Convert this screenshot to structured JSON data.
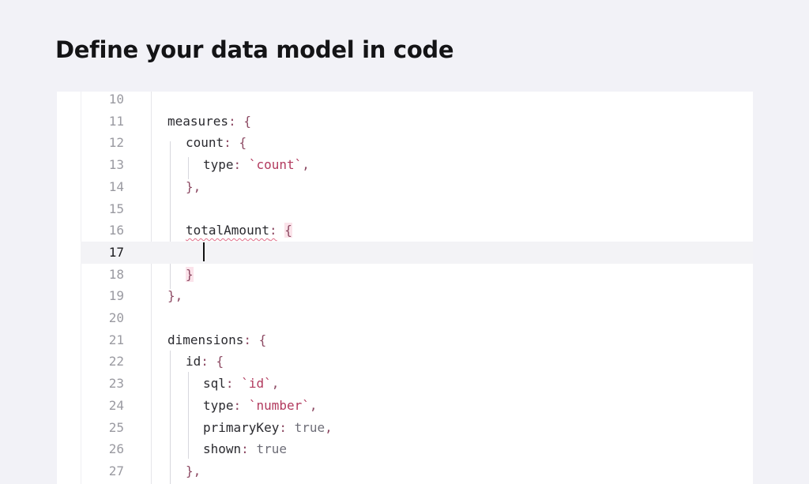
{
  "page": {
    "title": "Define your data model in code"
  },
  "editor": {
    "active_line": 17,
    "colors": {
      "background": "#ffffff",
      "page_background": "#f2f2f7",
      "punctuation": "#8d4a63",
      "string": "#b23a5e",
      "keyword": "#6e6e78",
      "line_number": "#9a9aa1",
      "active_line_bg": "#f3f3f6"
    },
    "lines": [
      {
        "num": "10",
        "text": ""
      },
      {
        "num": "11",
        "key": "measures",
        "sep": ":",
        "rest": " {"
      },
      {
        "num": "12",
        "key": "count",
        "sep": ":",
        "rest": " {"
      },
      {
        "num": "13",
        "key": "type",
        "sep": ":",
        "value": "`count`",
        "tail": ","
      },
      {
        "num": "14",
        "close": "},"
      },
      {
        "num": "15",
        "text": ""
      },
      {
        "num": "16",
        "key": "totalAmount",
        "sep": ":",
        "rest": "{",
        "lint": "squiggle-underline"
      },
      {
        "num": "17",
        "text": ""
      },
      {
        "num": "18",
        "close": "}"
      },
      {
        "num": "19",
        "close": "},"
      },
      {
        "num": "20",
        "text": ""
      },
      {
        "num": "21",
        "key": "dimensions",
        "sep": ":",
        "rest": " {"
      },
      {
        "num": "22",
        "key": "id",
        "sep": ":",
        "rest": " {"
      },
      {
        "num": "23",
        "key": "sql",
        "sep": ":",
        "value": "`id`",
        "tail": ","
      },
      {
        "num": "24",
        "key": "type",
        "sep": ":",
        "value": "`number`",
        "tail": ","
      },
      {
        "num": "25",
        "key": "primaryKey",
        "sep": ":",
        "kwval": "true",
        "tail": ","
      },
      {
        "num": "26",
        "key": "shown",
        "sep": ":",
        "kwval": "true",
        "tail": ""
      },
      {
        "num": "27",
        "close": "},"
      }
    ]
  }
}
